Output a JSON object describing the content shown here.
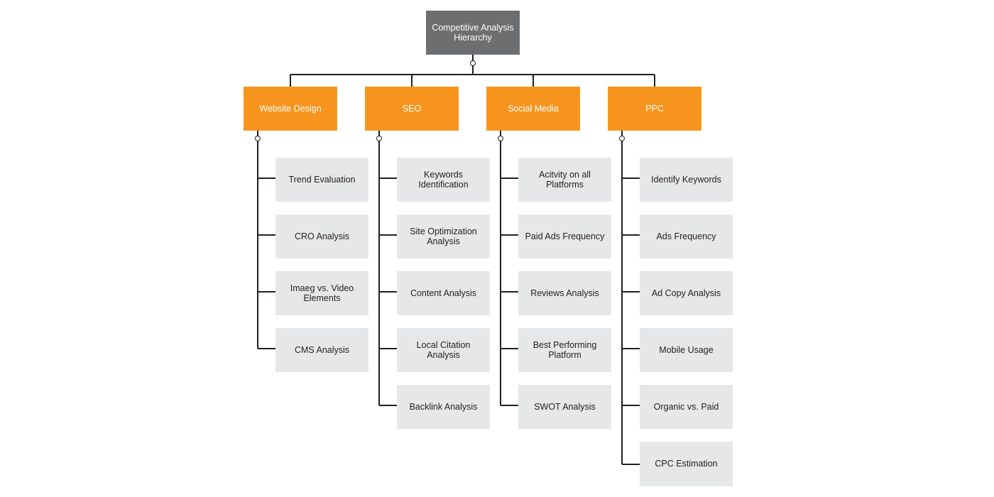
{
  "root": {
    "label": "Competitive Analysis Hierarchy"
  },
  "categories": [
    {
      "label": "Website Design",
      "items": [
        "Trend Evaluation",
        "CRO Analysis",
        "Imaeg vs. Video Elements",
        "CMS Analysis"
      ]
    },
    {
      "label": "SEO",
      "items": [
        "Keywords Identification",
        "Site Optimization Analysis",
        "Content Analysis",
        "Local Citation Analysis",
        "Backlink Analysis"
      ]
    },
    {
      "label": "Social Media",
      "items": [
        "Acitvity on all Platforms",
        "Paid Ads Frequency",
        "Reviews Analysis",
        "Best Performing Platform",
        "SWOT Analysis"
      ]
    },
    {
      "label": "PPC",
      "items": [
        "Identify Keywords",
        "Ads Frequency",
        "Ad Copy Analysis",
        "Mobile Usage",
        "Organic vs. Paid",
        "CPC Estimation"
      ]
    }
  ],
  "colors": {
    "root_fill": "#6d6e70",
    "category_fill": "#f7941d",
    "leaf_fill": "#e6e7e8",
    "connector": "#231f20"
  }
}
